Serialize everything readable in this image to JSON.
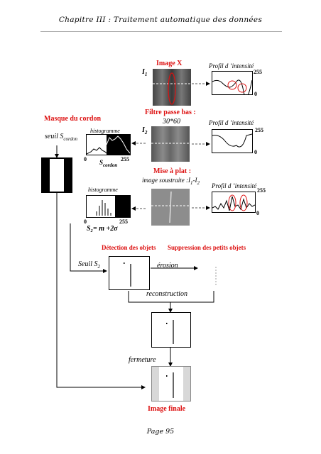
{
  "header": {
    "title": "Chapitre III : Traitement automatique des données"
  },
  "footer": {
    "page": "Page 95"
  },
  "labels": {
    "image_x": "Image X",
    "i1": "I",
    "i1_sub": "1",
    "i2": "I",
    "i2_sub": "2",
    "filtre_line1": "Filtre passe bas :",
    "filtre_line2": "30*60",
    "mise_line1": "Mise à plat :",
    "mise_line2": "image soustraite :I",
    "mise_sub1": "1",
    "mise_dash": "-I",
    "mise_sub2": "2",
    "masque": "Masque du cordon",
    "seuil_s": "seuil S",
    "seuil_sub": "cordon",
    "histogramme_1": "histogramme",
    "histogramme_2": "histogramme",
    "h1_zero": "0",
    "h1_255": "255",
    "h1_scordon": "S",
    "h1_scordon_sub": "cordon",
    "h2_zero": "0",
    "h2_255": "255",
    "s2_formula": "S₂= m +2σ",
    "detection": "Détection des objets",
    "suppression": "Suppression des petits  objets",
    "seuil_s2": "Seuil S",
    "seuil_s2_sub": "2",
    "erosion": "érosion",
    "reconstruction": "reconstruction",
    "fermeture": "fermeture",
    "image_finale": "Image finale"
  },
  "profiles": [
    {
      "title": "Profil d ’intensité",
      "max": "255",
      "min": "0"
    },
    {
      "title": "Profil d ’intensité",
      "max": "255",
      "min": "0"
    },
    {
      "title": "Profil d ’intensité",
      "max": "255",
      "min": "0"
    }
  ],
  "colors": {
    "accent_red": "#dd1111",
    "line": "#000000",
    "dashed": "#555555"
  }
}
